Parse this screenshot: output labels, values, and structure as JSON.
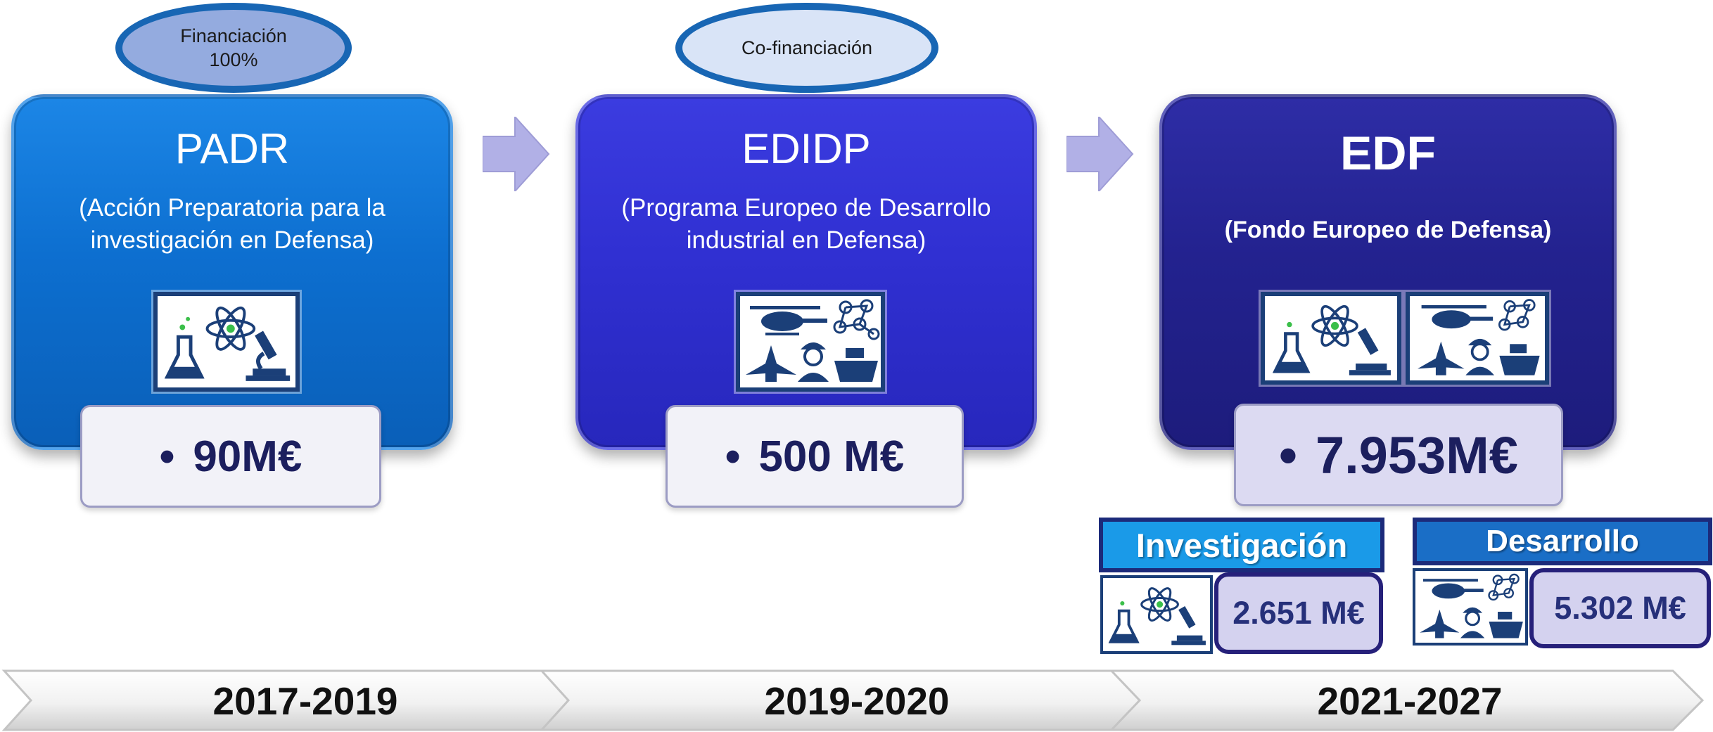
{
  "badges": {
    "financing_full": [
      "Financiación",
      "100%"
    ],
    "cofinancing": "Co-financiación"
  },
  "programs": [
    {
      "title": "PADR",
      "subtitle_lines": [
        "(Acción Preparatoria para la",
        "investigación en Defensa)"
      ],
      "amount": "90M€",
      "color": "#0d6fd0"
    },
    {
      "title": "EDIDP",
      "subtitle_lines": [
        "(Programa Europeo de Desarrollo",
        "industrial en Defensa)"
      ],
      "amount": "500 M€",
      "color": "#3030d2"
    },
    {
      "title": "EDF",
      "subtitle_lines": [
        "(Fondo Europeo de Defensa)"
      ],
      "amount": "7.953M€",
      "color": "#23228f"
    }
  ],
  "bullet": "•",
  "categories": [
    {
      "label": "Investigación",
      "amount": "2.651 M€",
      "color": "#1a9ae8"
    },
    {
      "label": "Desarrollo",
      "amount": "5.302 M€",
      "color": "#1a6ec6"
    }
  ],
  "timeline": [
    "2017-2019",
    "2019-2020",
    "2021-2027"
  ],
  "icons": [
    "chemistry-flask-icon",
    "atom-icon",
    "microscope-icon",
    "helicopter-icon",
    "fighter-jet-icon",
    "soldier-icon",
    "ship-icon",
    "network-icon"
  ]
}
